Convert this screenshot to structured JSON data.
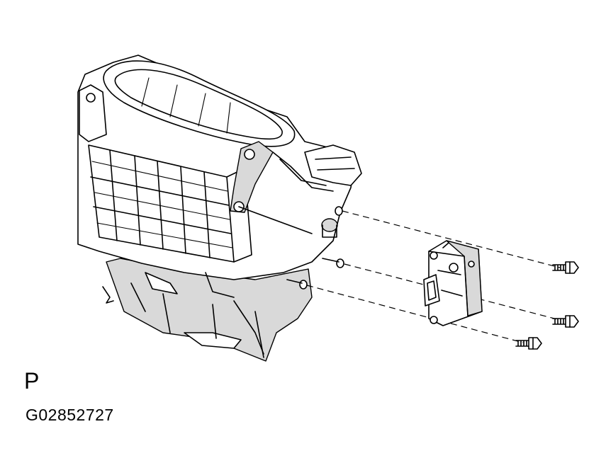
{
  "figure": {
    "view_label": "P",
    "code": "G02852727"
  },
  "parts": {
    "housing": "blower-unit-housing-illustration",
    "actuator": "servo-motor-illustration",
    "screws": [
      "screw-icon",
      "screw-icon",
      "screw-icon"
    ]
  }
}
